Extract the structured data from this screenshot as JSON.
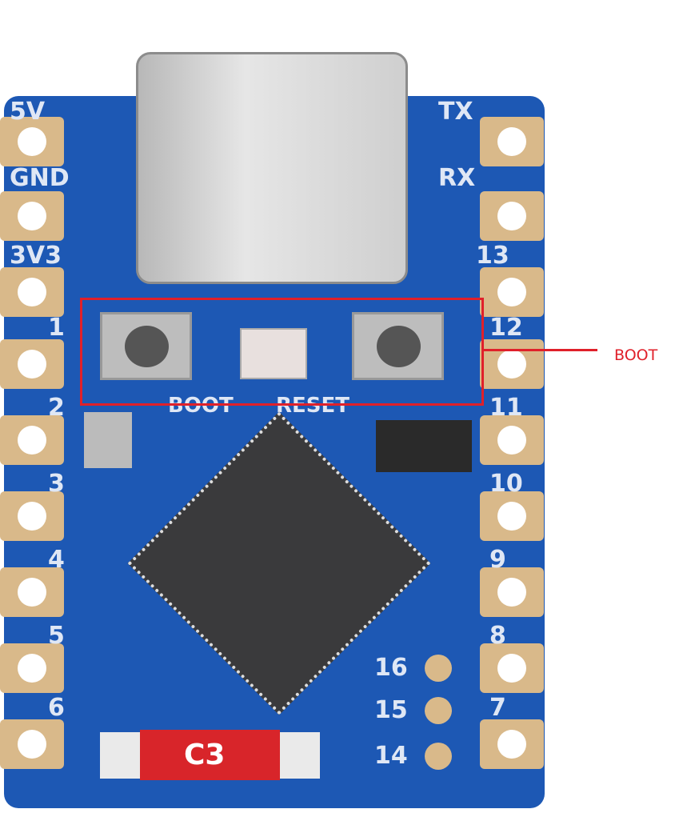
{
  "left_pins": [
    "5V",
    "GND",
    "3V3",
    "1",
    "2",
    "3",
    "4",
    "5",
    "6"
  ],
  "right_pins": [
    "TX",
    "RX",
    "13",
    "12",
    "11",
    "10",
    "9",
    "8",
    "7"
  ],
  "bottom_pins": [
    "16",
    "15",
    "14"
  ],
  "silkscreen": {
    "boot": "BOOT",
    "reset": "RESET",
    "model": "C3"
  },
  "callout": {
    "label": "BOOT",
    "color": "#e0202a"
  }
}
